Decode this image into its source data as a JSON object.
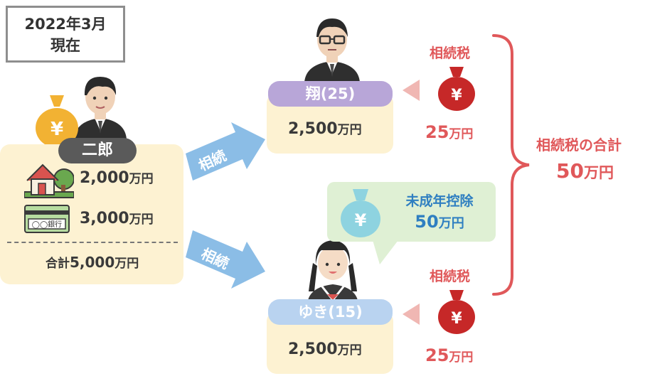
{
  "date": {
    "line1": "2022年3月",
    "line2": "現在"
  },
  "decedent": {
    "name": "二郎"
  },
  "assets": {
    "house_value": "2,000",
    "house_unit": "万円",
    "bank_value": "3,000",
    "bank_unit": "万円",
    "bank_card_text": "◯◯銀行",
    "total_label": "合計",
    "total_value": "5,000",
    "total_unit": "万円"
  },
  "arrows": {
    "upper": "相続",
    "lower": "相続"
  },
  "heir1": {
    "name": "翔(25)",
    "inherit_value": "2,500",
    "inherit_unit": "万円",
    "tax_label": "相続税",
    "tax_value": "25",
    "tax_unit": "万円"
  },
  "heir2": {
    "name": "ゆき(15)",
    "inherit_value": "2,500",
    "inherit_unit": "万円",
    "tax_label": "相続税",
    "tax_value": "25",
    "tax_unit": "万円"
  },
  "minor_deduction": {
    "label": "未成年控除",
    "value": "50",
    "unit": "万円"
  },
  "total_tax": {
    "label": "相続税の合計",
    "value": "50",
    "unit": "万円"
  },
  "yen_symbol": "¥",
  "colors": {
    "panel": "#fdf2d2",
    "red": "#e0585a",
    "purple": "#b8a6d8",
    "blue_pill": "#b9d3f0",
    "arrow": "#8bbde6",
    "bubble": "#dff0d4",
    "bubble_text": "#2f7fc1",
    "gold": "#f2b233"
  }
}
